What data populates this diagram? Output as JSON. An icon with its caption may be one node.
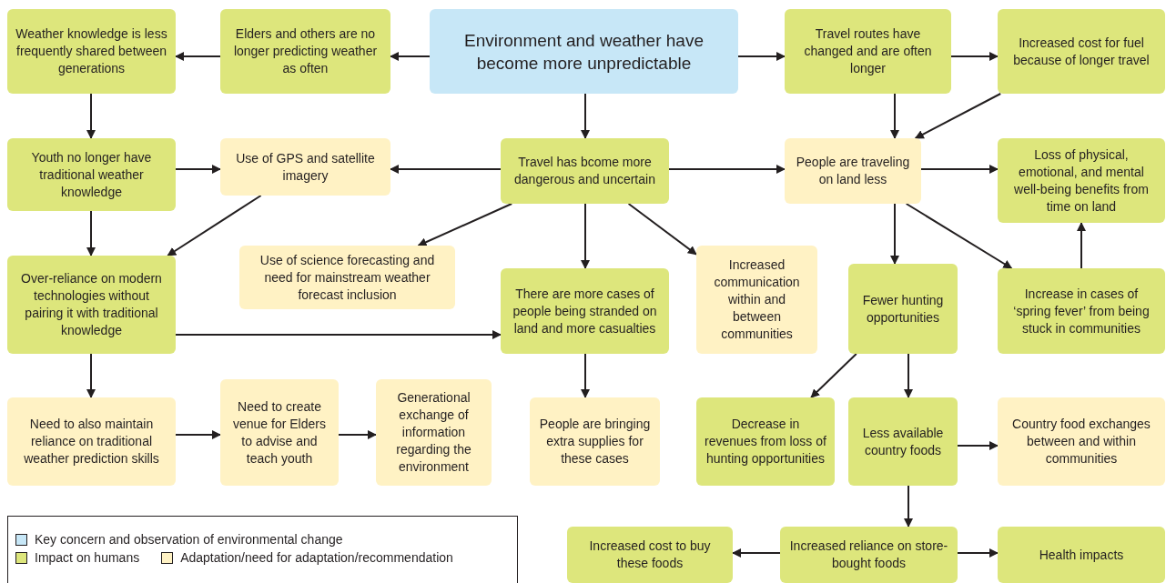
{
  "diagram": {
    "nodes": [
      {
        "text": [
          "Weather knowledge is less frequently shared between generations"
        ]
      },
      {
        "text": [
          "Elders and others are no longer predicting weather as often"
        ]
      },
      {
        "text": [
          "Environment and weather have become more unpredictable"
        ]
      },
      {
        "text": [
          "Travel routes have changed and are often longer"
        ]
      },
      {
        "text": [
          "Increased cost for fuel because of longer travel"
        ]
      },
      {
        "text": [
          "Youth no longer have traditional weather knowledge"
        ]
      },
      {
        "text": [
          "Use of GPS and satellite imagery"
        ]
      },
      {
        "text": [
          "Travel has bcome more dangerous and uncertain"
        ]
      },
      {
        "text": [
          "People are traveling on land less"
        ]
      },
      {
        "text": [
          "Loss of physical, emotional, and mental well-being benefits from time on land"
        ]
      },
      {
        "text": [
          "Use of science forecasting and need for mainstream weather forecast inclusion"
        ]
      },
      {
        "text": [
          "Over-reliance on modern technologies without pairing it with traditional knowledge"
        ]
      },
      {
        "text": [
          "There are more cases of people being stranded on land and more casualties"
        ]
      },
      {
        "text": [
          "Increased communication within and between communities"
        ]
      },
      {
        "text": [
          "Fewer hunting opportunities"
        ]
      },
      {
        "text": [
          "Increase in cases of ‘spring fever’ from being stuck in communities"
        ]
      },
      {
        "text": [
          "Need to also maintain reliance on traditional weather prediction skills"
        ]
      },
      {
        "text": [
          "Need to create venue for Elders to advise and teach youth"
        ]
      },
      {
        "text": [
          "Generational exchange of information regarding the environment"
        ]
      },
      {
        "text": [
          "People are bringing extra supplies for these cases"
        ]
      },
      {
        "text": [
          "Decrease in revenues from loss of hunting opportunities"
        ]
      },
      {
        "text": [
          "Less available country foods"
        ]
      },
      {
        "text": [
          "Country food exchanges between and within communities"
        ]
      },
      {
        "text": [
          "Increased cost to buy these foods"
        ]
      },
      {
        "text": [
          "Increased reliance on store-bought foods"
        ]
      },
      {
        "text": [
          "Health impacts"
        ]
      }
    ],
    "edges": [
      {
        "from": 2,
        "to": 1,
        "arrow": "to"
      },
      {
        "from": 1,
        "to": 0,
        "arrow": "to"
      },
      {
        "from": 2,
        "to": 3,
        "arrow": "to"
      },
      {
        "from": 3,
        "to": 4,
        "arrow": "to"
      },
      {
        "from": 2,
        "to": 7,
        "arrow": "to"
      },
      {
        "from": 0,
        "to": 5,
        "arrow": "to"
      },
      {
        "from": 5,
        "to": 6,
        "arrow": "to"
      },
      {
        "from": 5,
        "to": 11,
        "arrow": "to"
      },
      {
        "from": 6,
        "to": 11,
        "arrow": "to"
      },
      {
        "from": 7,
        "to": 6,
        "arrow": "to"
      },
      {
        "from": 7,
        "to": 8,
        "arrow": "to"
      },
      {
        "from": 3,
        "to": 8,
        "arrow": "to"
      },
      {
        "from": 4,
        "to": 8,
        "arrow": "to"
      },
      {
        "from": 7,
        "to": 10,
        "arrow": "to"
      },
      {
        "from": 7,
        "to": 12,
        "arrow": "to"
      },
      {
        "from": 7,
        "to": 13,
        "arrow": "to"
      },
      {
        "from": 8,
        "to": 9,
        "arrow": "to"
      },
      {
        "from": 8,
        "to": 14,
        "arrow": "to"
      },
      {
        "from": 8,
        "to": 15,
        "arrow": "to"
      },
      {
        "from": 15,
        "to": 9,
        "arrow": "to"
      },
      {
        "from": 11,
        "to": 12,
        "arrow": "to"
      },
      {
        "from": 11,
        "to": 16,
        "arrow": "to"
      },
      {
        "from": 16,
        "to": 17,
        "arrow": "to"
      },
      {
        "from": 17,
        "to": 18,
        "arrow": "to"
      },
      {
        "from": 12,
        "to": 19,
        "arrow": "to"
      },
      {
        "from": 14,
        "to": 20,
        "arrow": "to"
      },
      {
        "from": 14,
        "to": 21,
        "arrow": "to"
      },
      {
        "from": 21,
        "to": 22,
        "arrow": "to"
      },
      {
        "from": 21,
        "to": 24,
        "arrow": "to"
      },
      {
        "from": 24,
        "to": 23,
        "arrow": "to"
      },
      {
        "from": 24,
        "to": 25,
        "arrow": "to"
      }
    ],
    "legend": [
      {
        "text": "Key concern and observation of environmental change",
        "color": "#c7e7f7"
      },
      {
        "text": "Impact on humans",
        "color": "#dde67c"
      },
      {
        "text": "Adaptation/need for adaptation/recommendation",
        "color": "#fff2c4"
      }
    ]
  }
}
